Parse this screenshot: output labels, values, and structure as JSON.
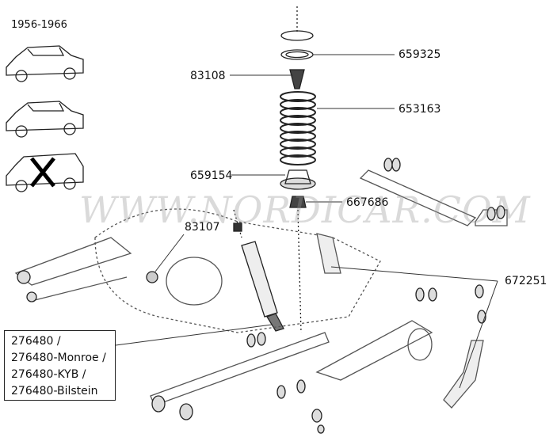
{
  "year_range": "1956-1966",
  "watermark": "WWW.NORDICAR.COM",
  "part_labels": {
    "spring_seat_top": "659325",
    "bump_stop": "83108",
    "coil_spring": "653163",
    "spring_seat_lower": "659154",
    "rubber_buffer": "667686",
    "axle_bumper": "83107",
    "torque_rod_bracket": "672251"
  },
  "shock_absorber_options": [
    "276480 /",
    "276480-Monroe /",
    "276480-KYB /",
    "276480-Bilstein"
  ],
  "excluded_model_mark": "X"
}
